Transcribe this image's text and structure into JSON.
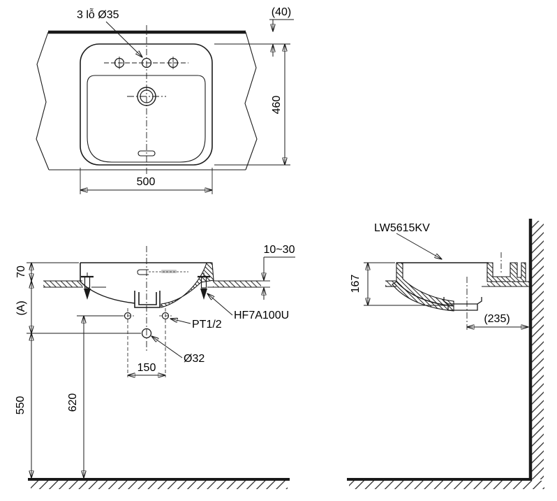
{
  "plan_view": {
    "faucet_holes_label": "3 lỗ Ø35",
    "wall_gap": "(40)",
    "depth": "460",
    "width": "500"
  },
  "front_view": {
    "rim_height": "70",
    "height_ref": "(A)",
    "counter_thickness": "10~30",
    "fixing_bolt_model": "HF7A100U",
    "supply_connection": "PT1/2",
    "drain_diameter": "Ø32",
    "supply_spacing": "150",
    "supply_height": "620",
    "drain_height": "550"
  },
  "side_view": {
    "product_model": "LW5615KV",
    "basin_height": "167",
    "drain_to_wall": "(235)"
  }
}
